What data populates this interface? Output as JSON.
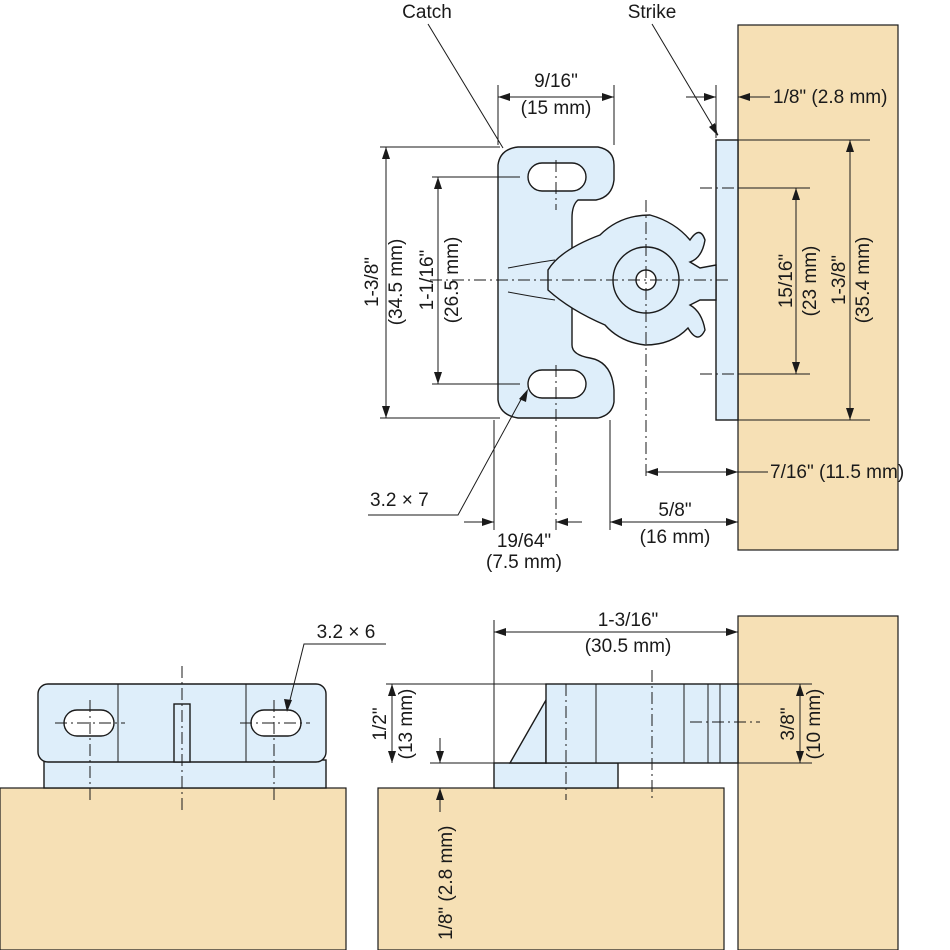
{
  "colors": {
    "wood": "#f6e0b5",
    "part": "#deeefa",
    "line": "#1a1a1a"
  },
  "labels": {
    "catch": "Catch",
    "strike": "Strike",
    "screw_top": "3.2 × 7",
    "screw_bottom": "3.2 × 6"
  },
  "dimensions": {
    "catch_width": {
      "imperial": "9/16\"",
      "metric": "(15 mm)"
    },
    "strike_thickness": "1/8\" (2.8 mm)",
    "catch_height": {
      "imperial": "1-3/8\"",
      "metric": "(34.5 mm)"
    },
    "hole_spacing": {
      "imperial": "1-1/16\"",
      "metric": "(26.5 mm)"
    },
    "strike_hole_spacing": {
      "imperial": "15/16\"",
      "metric": "(23 mm)"
    },
    "strike_height": {
      "imperial": "1-3/8\"",
      "metric": "(35.4 mm)"
    },
    "strike_offset": "7/16\" (11.5 mm)",
    "hole_offset": {
      "imperial": "19/64\"",
      "metric": "(7.5 mm)"
    },
    "roller_to_face": {
      "imperial": "5/8\"",
      "metric": "(16 mm)"
    },
    "side_length": {
      "imperial": "1-3/16\"",
      "metric": "(30.5 mm)"
    },
    "side_height": {
      "imperial": "1/2\"",
      "metric": "(13 mm)"
    },
    "side_strike_height": {
      "imperial": "3/8\"",
      "metric": "(10 mm)"
    },
    "side_base_offset": "1/8\" (2.8 mm)"
  }
}
